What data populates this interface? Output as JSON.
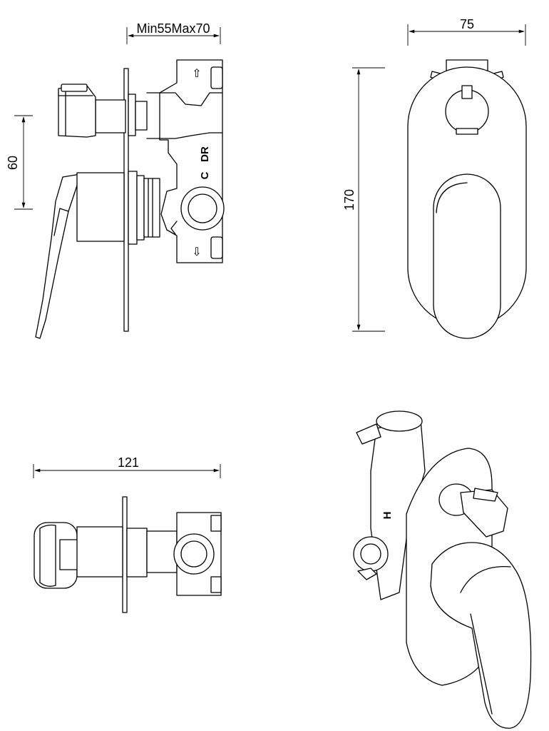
{
  "dimensions": {
    "side_depth_label": "Min55Max70",
    "side_height_label": "60",
    "front_width_label": "75",
    "front_height_label": "170",
    "top_length_label": "121"
  },
  "markings": {
    "divert_label": "DR",
    "cold_label": "C",
    "hot_label": "H",
    "up_arrow": "⇧",
    "down_arrow": "⇩"
  }
}
